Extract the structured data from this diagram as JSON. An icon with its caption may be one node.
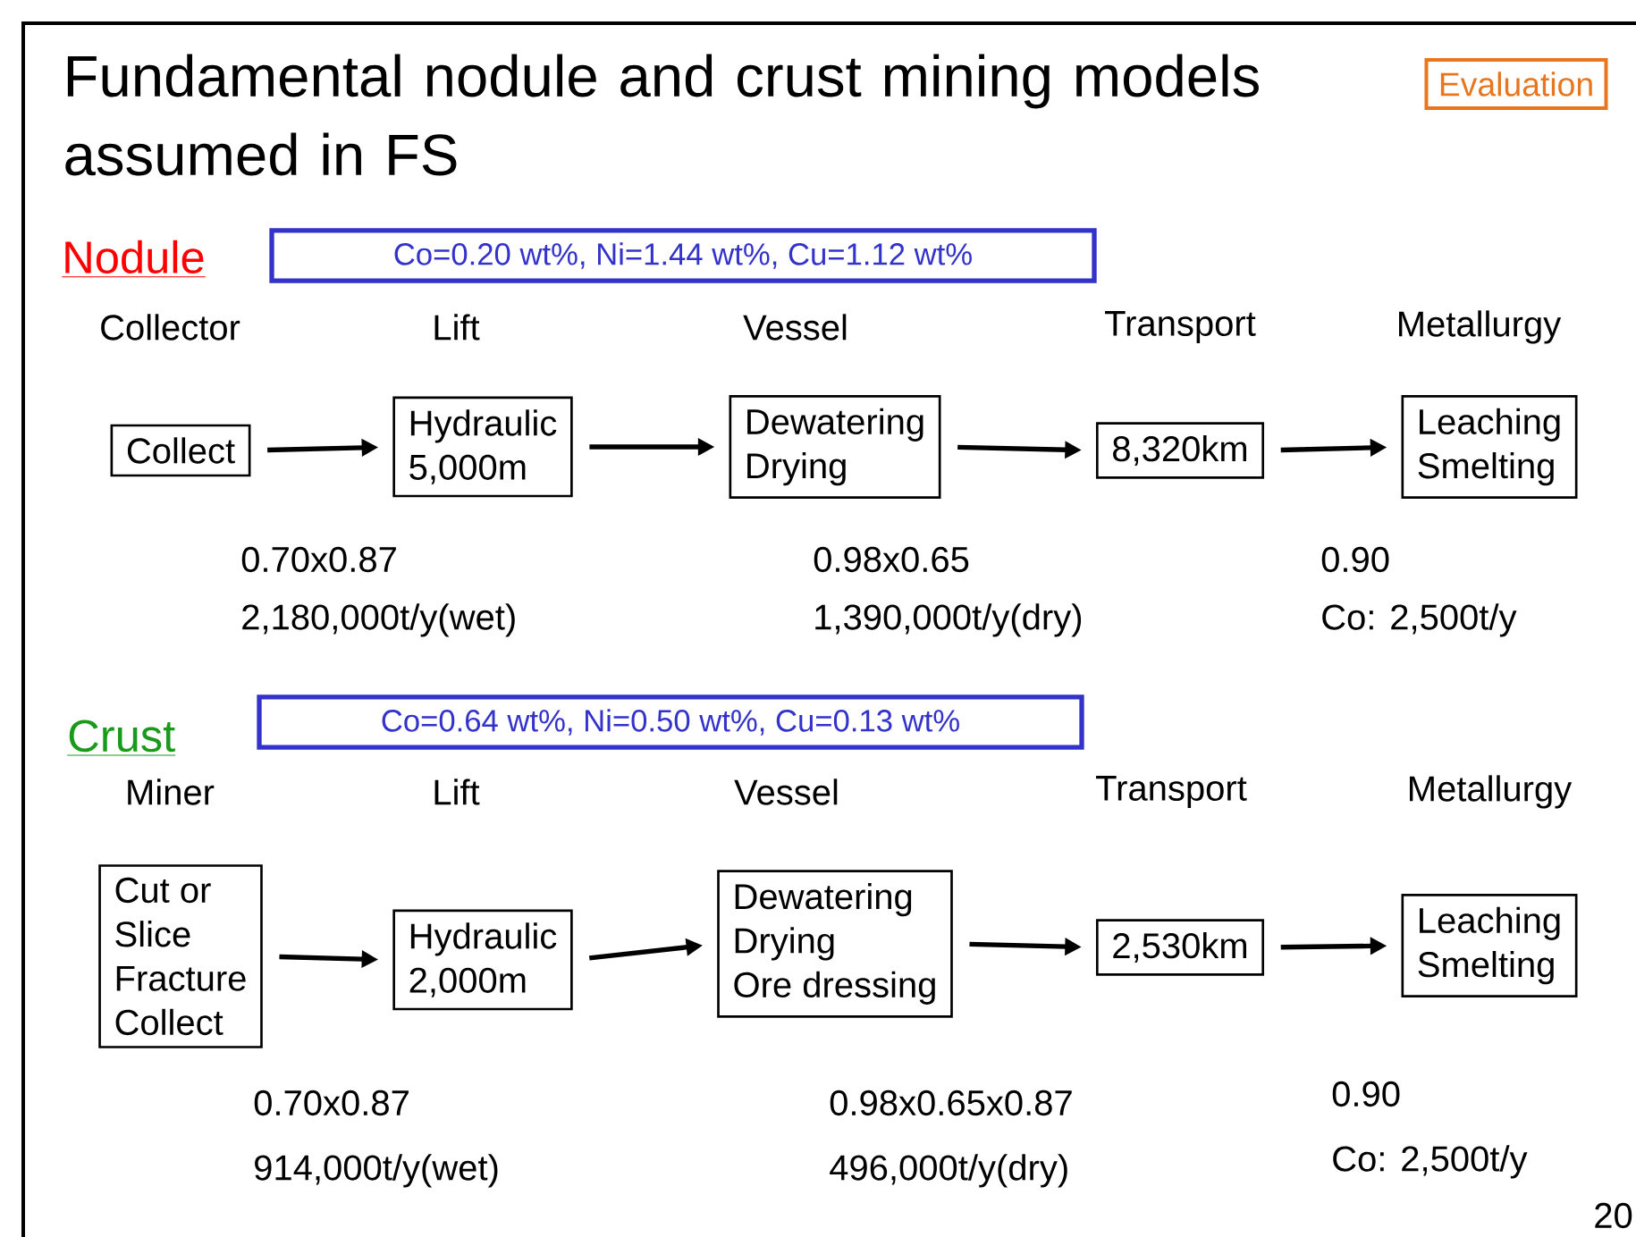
{
  "diagram": {
    "title": "Fundamental nodule and crust mining models assumed in FS",
    "nodes": [
      {
        "text": [
          "Evaluation"
        ]
      },
      {
        "text": [
          "Co=0.20 wt%, Ni=1.44 wt%, Cu=1.12 wt%"
        ]
      },
      {
        "text": [
          "Collect"
        ]
      },
      {
        "text": [
          "Hydraulic",
          "5,000m"
        ]
      },
      {
        "text": [
          "Dewatering",
          "Drying"
        ]
      },
      {
        "text": [
          "8,320km"
        ]
      },
      {
        "text": [
          "Leaching",
          "Smelting"
        ]
      },
      {
        "text": [
          "Co=0.64 wt%, Ni=0.50 wt%, Cu=0.13 wt%"
        ]
      },
      {
        "text": [
          "Cut or",
          "Slice",
          "Fracture",
          "Collect"
        ]
      },
      {
        "text": [
          "Hydraulic",
          "2,000m"
        ]
      },
      {
        "text": [
          "Dewatering",
          "Drying",
          "Ore dressing"
        ]
      },
      {
        "text": [
          "2,530km"
        ]
      },
      {
        "text": [
          "Leaching",
          "Smelting"
        ]
      }
    ],
    "edges": [
      {
        "from": 2,
        "to": 3,
        "arrow": "to"
      },
      {
        "from": 3,
        "to": 4,
        "arrow": "to"
      },
      {
        "from": 4,
        "to": 5,
        "arrow": "to"
      },
      {
        "from": 5,
        "to": 6,
        "arrow": "to"
      },
      {
        "from": 8,
        "to": 9,
        "arrow": "to"
      },
      {
        "from": 9,
        "to": 10,
        "arrow": "to"
      },
      {
        "from": 10,
        "to": 11,
        "arrow": "to"
      },
      {
        "from": 11,
        "to": 12,
        "arrow": "to"
      }
    ],
    "labels": [
      "Nodule",
      "Collector",
      "Lift",
      "Vessel",
      "Transport",
      "Metallurgy",
      "0.70x0.87",
      "2,180,000t/y(wet)",
      "0.98x0.65",
      "1,390,000t/y(dry)",
      "0.90",
      "Co: 2,500t/y",
      "Crust",
      "Miner",
      "Lift",
      "Vessel",
      "Transport",
      "Metallurgy",
      "0.70x0.87",
      "914,000t/y(wet)",
      "0.98x0.65x0.87",
      "496,000t/y(dry)",
      "0.90",
      "Co: 2,500t/y",
      "20"
    ]
  }
}
